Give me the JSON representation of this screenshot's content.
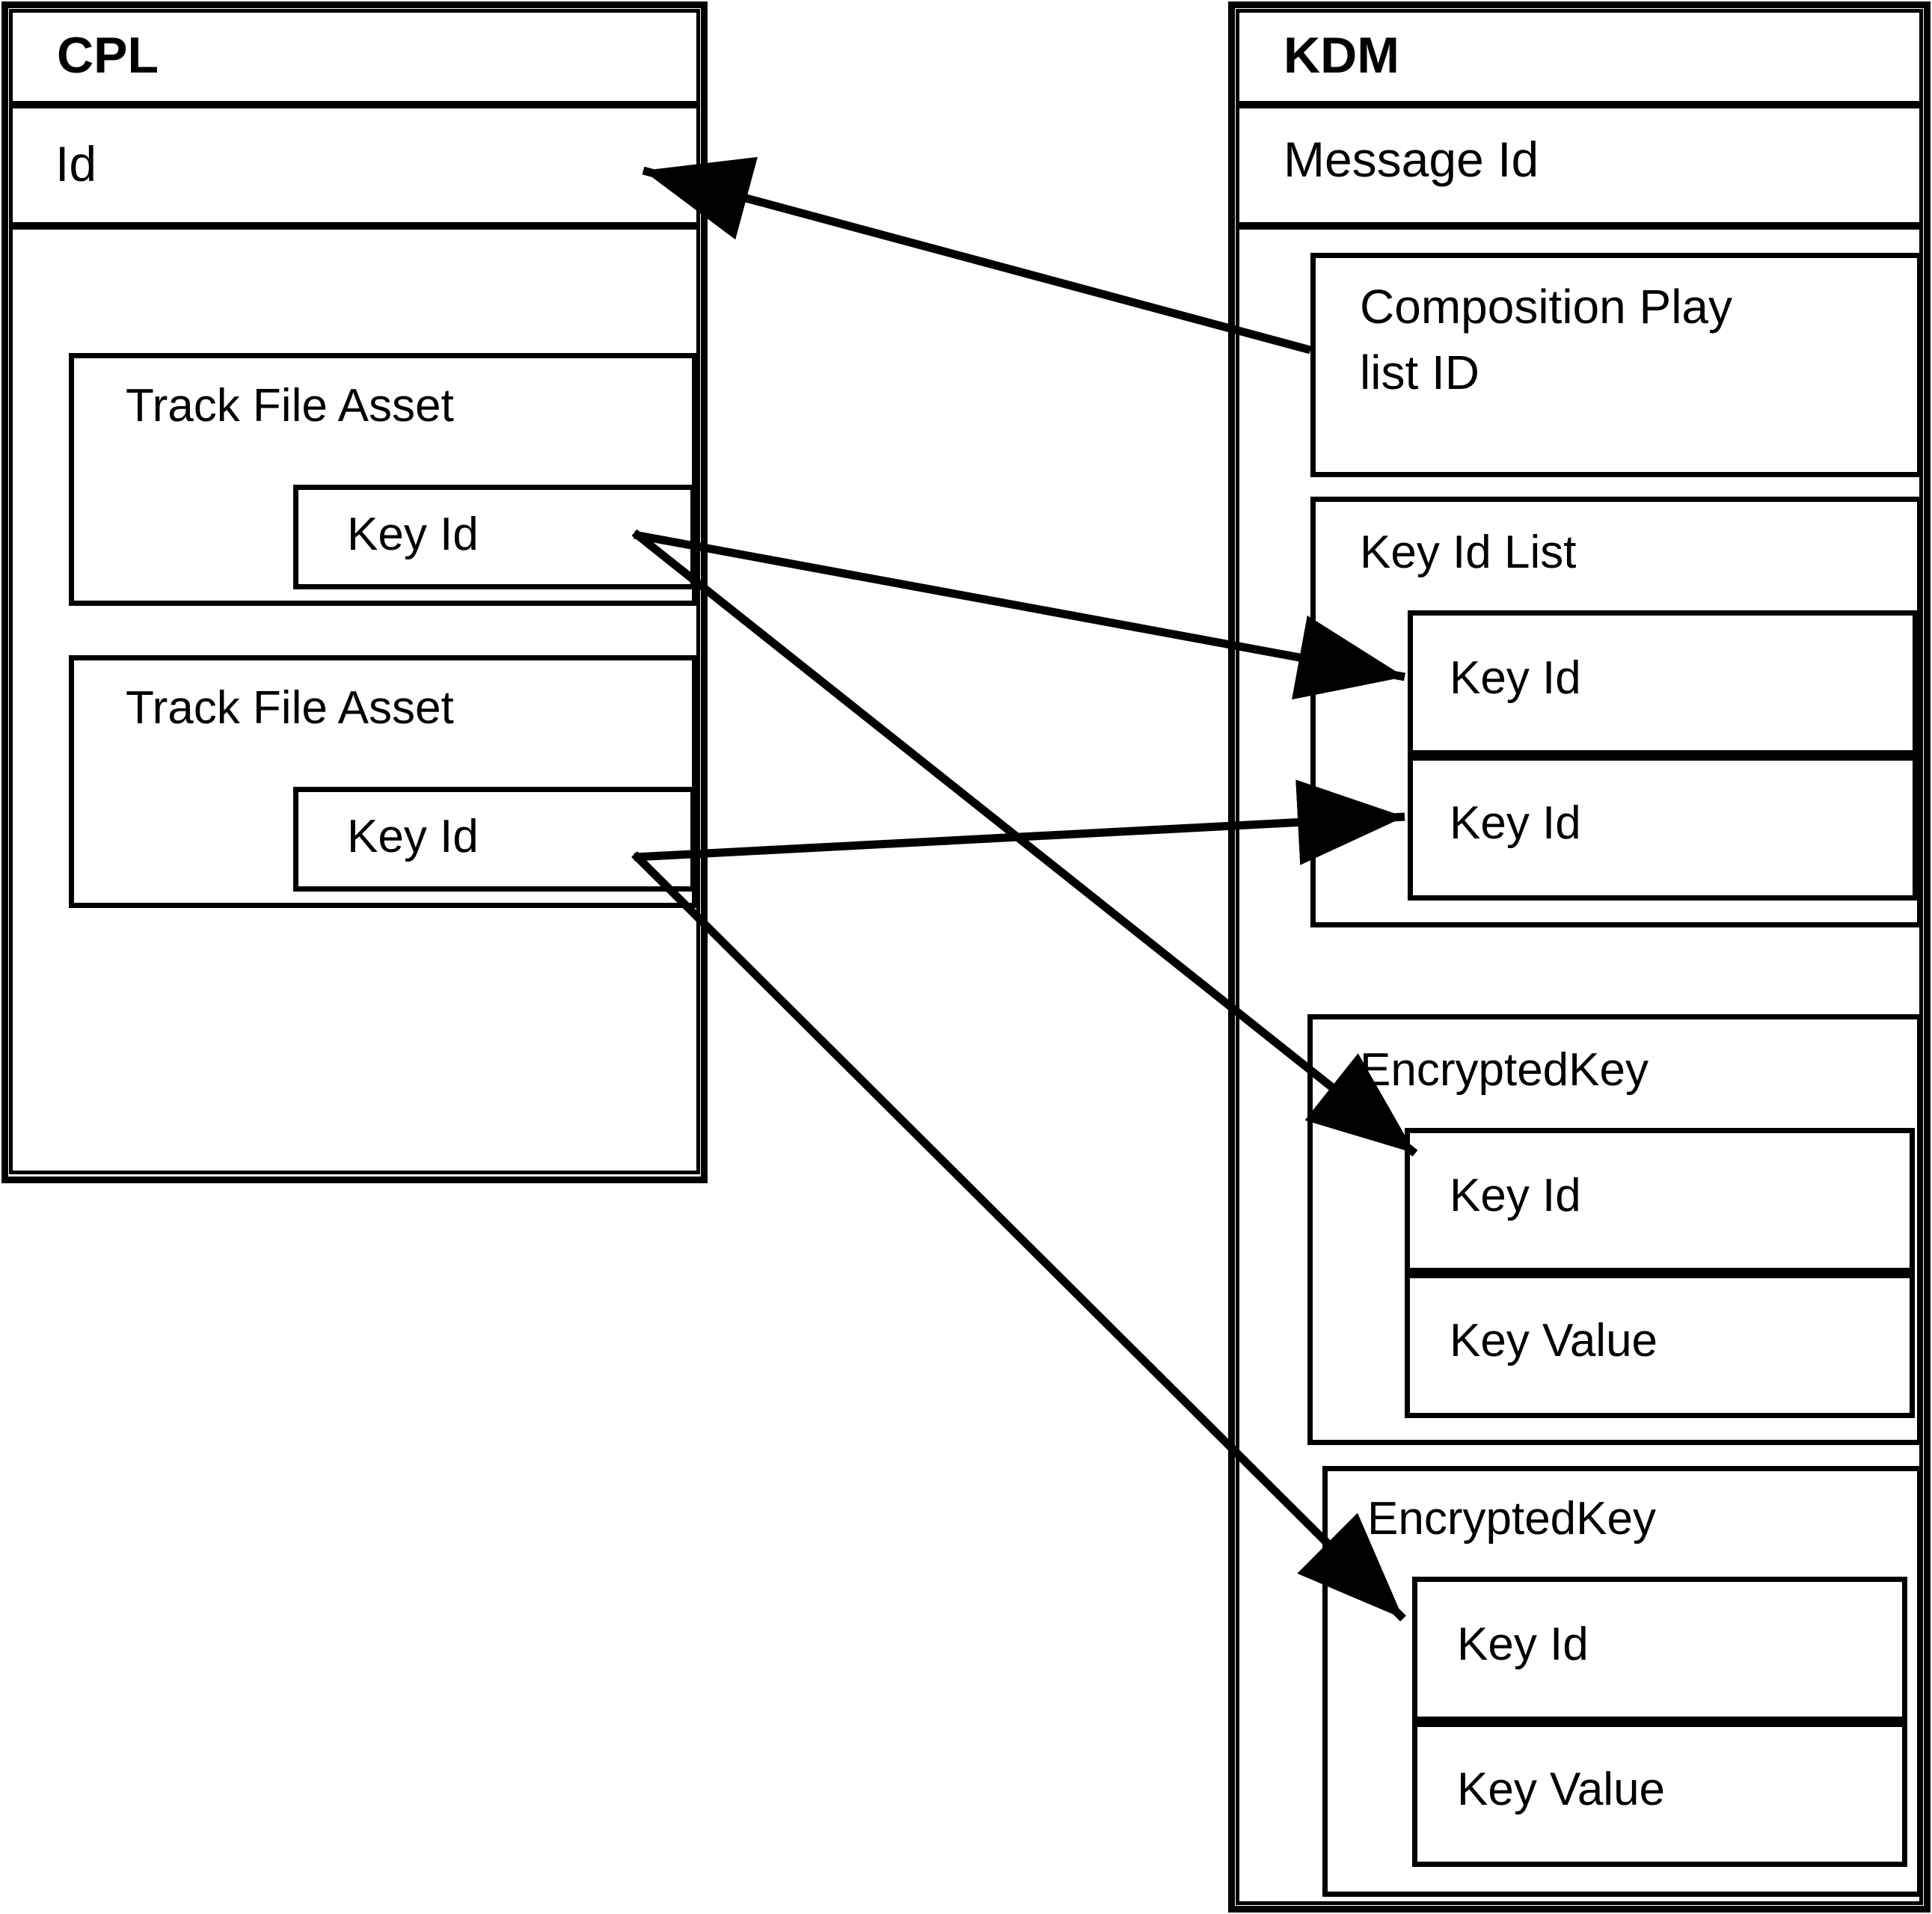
{
  "diagram": {
    "title_left": "CPL",
    "title_right": "KDM",
    "type": "entity-relationship-mapping",
    "line_color": "#000000",
    "background": "#ffffff"
  },
  "cpl": {
    "header": "CPL",
    "id_row": "Id",
    "track_file_assets": [
      {
        "label": "Track File Asset",
        "key_id": "Key Id"
      },
      {
        "label": "Track File Asset",
        "key_id": "Key Id"
      }
    ]
  },
  "kdm": {
    "header": "KDM",
    "message_id_row": "Message Id",
    "composition_playlist_id": {
      "line1": "Composition   Play",
      "line2": "list ID",
      "full": "Composition Play list ID"
    },
    "key_id_list": {
      "label": "Key Id List",
      "items": [
        "Key Id",
        "Key Id"
      ]
    },
    "encrypted_keys": [
      {
        "label": "EncryptedKey",
        "key_id": "Key Id",
        "key_value": "Key Value"
      },
      {
        "label": "EncryptedKey",
        "key_id": "Key Id",
        "key_value": "Key Value"
      }
    ]
  },
  "connections": [
    {
      "name": "cplid-from-compositionplaylistid",
      "from": "kdm.composition_playlist_id",
      "to": "cpl.id_row",
      "direction": "to-left"
    },
    {
      "name": "tfa1keyid-to-keyidlist-item1",
      "from": "cpl.track_file_assets.0.key_id",
      "to": "kdm.key_id_list.items.0",
      "direction": "to-right"
    },
    {
      "name": "tfa2keyid-to-keyidlist-item2",
      "from": "cpl.track_file_assets.1.key_id",
      "to": "kdm.key_id_list.items.1",
      "direction": "to-right"
    },
    {
      "name": "tfa1keyid-to-encryptedkey1-keyid",
      "from": "cpl.track_file_assets.0.key_id",
      "to": "kdm.encrypted_keys.0.key_id",
      "direction": "to-right"
    },
    {
      "name": "tfa2keyid-to-encryptedkey2-keyid",
      "from": "cpl.track_file_assets.1.key_id",
      "to": "kdm.encrypted_keys.1.key_id",
      "direction": "to-right"
    }
  ]
}
